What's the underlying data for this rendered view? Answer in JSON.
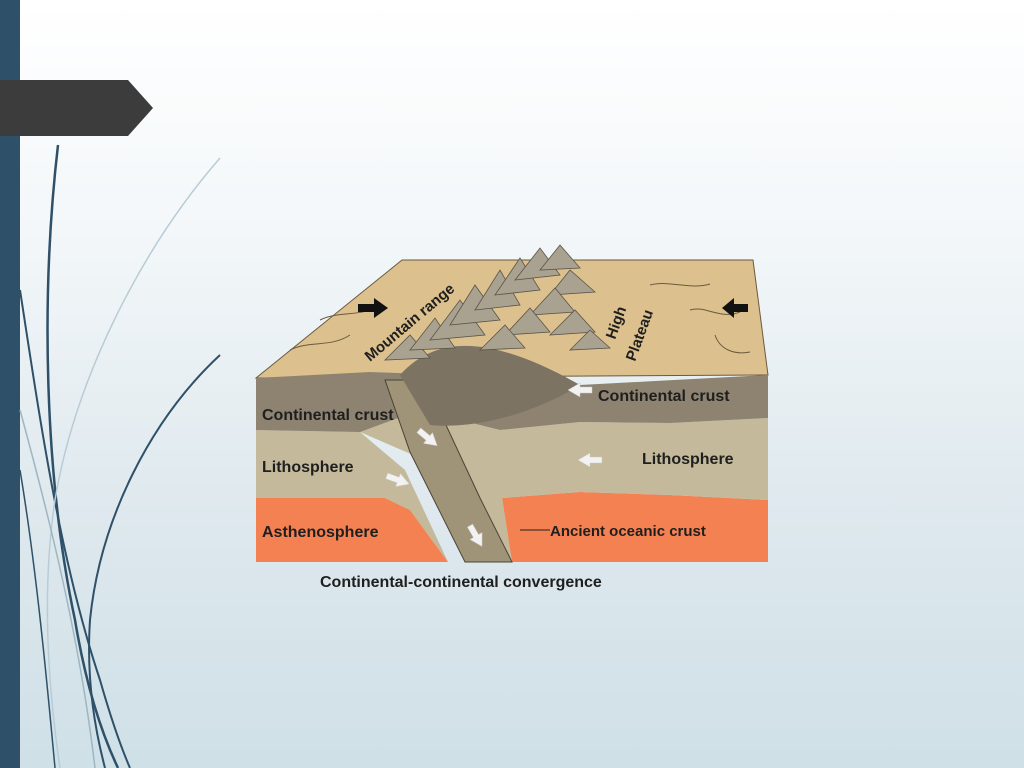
{
  "slide": {
    "accent_color": "#2e5068",
    "tab_color": "#3c3c3c"
  },
  "diagram": {
    "labels": {
      "mountain_range": "Mountain range",
      "high": "High",
      "plateau": "Plateau",
      "continental_crust_left": "Continental crust",
      "continental_crust_right": "Continental crust",
      "lithosphere_left": "Lithosphere",
      "lithosphere_right": "Lithosphere",
      "asthenosphere": "Asthenosphere",
      "ancient_oceanic_crust": "Ancient oceanic crust"
    },
    "caption": "Continental-continental convergence",
    "colors": {
      "surface": "#dcc08e",
      "crust": "#8d8370",
      "lithosphere": "#c4b99b",
      "asthenosphere": "#f48152"
    }
  }
}
